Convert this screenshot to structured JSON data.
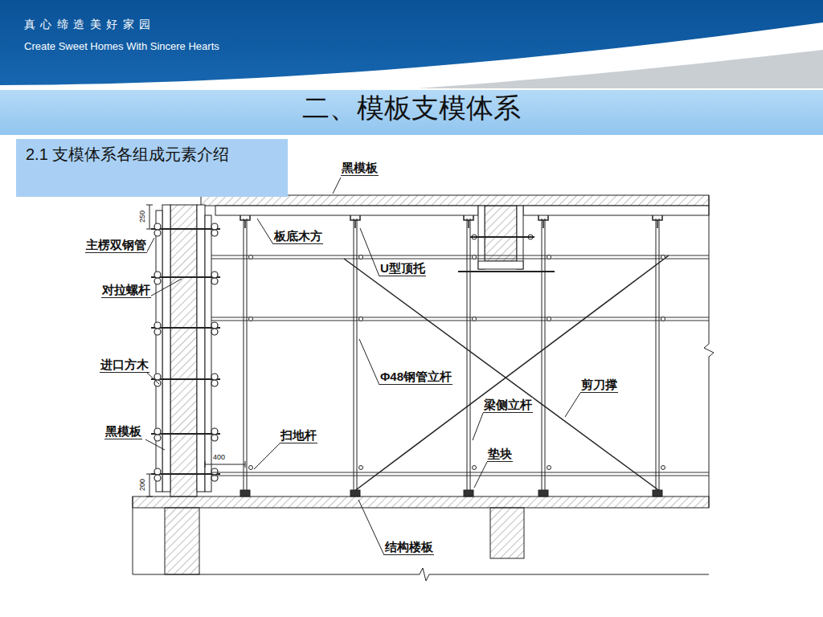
{
  "diagram": {
    "title": "二、模板支模体系",
    "nodes": [
      {
        "text": [
          "真 心 缔 造 美 好 家 园",
          "Create Sweet Homes With Sincere Hearts"
        ]
      },
      {
        "text": [
          "2.1 支模体系各组成元素介绍"
        ]
      }
    ],
    "labels": [
      "黑模板",
      "250",
      "主楞双钢管",
      "板底木方",
      "U型顶托",
      "对拉螺杆",
      "进口方木",
      "Φ48钢管立杆",
      "剪刀撑",
      "梁侧立杆",
      "黑模板",
      "扫地杆",
      "400",
      "垫块",
      "200",
      "结构楼板"
    ]
  }
}
